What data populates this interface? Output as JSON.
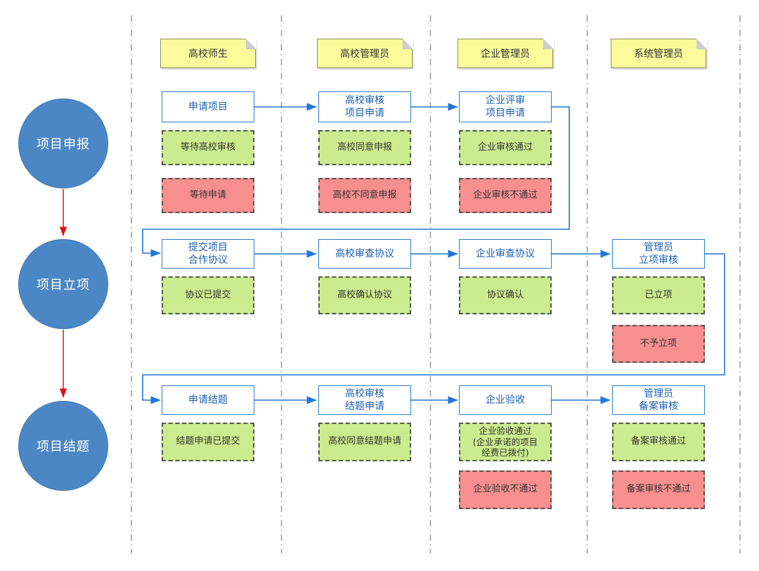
{
  "diagram": {
    "phases": {
      "p1": "项目申报",
      "p2": "项目立项",
      "p3": "项目结题"
    },
    "actors": {
      "a1": "高校师生",
      "a2": "高校管理员",
      "a3": "企业管理员",
      "a4": "系统管理员"
    },
    "tasks": {
      "r1c1": {
        "line1": "申请项目"
      },
      "r1c2": {
        "line1": "高校审核",
        "line2": "项目申请"
      },
      "r1c3": {
        "line1": "企业评审",
        "line2": "项目申请"
      },
      "r2c1": {
        "line1": "提交项目",
        "line2": "合作协议"
      },
      "r2c2": {
        "line1": "高校审查协议"
      },
      "r2c3": {
        "line1": "企业审查协议"
      },
      "r2c4": {
        "line1": "管理员",
        "line2": "立项审核"
      },
      "r3c1": {
        "line1": "申请结题"
      },
      "r3c2": {
        "line1": "高校审核",
        "line2": "结题申请"
      },
      "r3c3": {
        "line1": "企业验收"
      },
      "r3c4": {
        "line1": "管理员",
        "line2": "备案审核"
      }
    },
    "statuses": {
      "r1c1_ok": "等待高校审核",
      "r1c1_fail": "等待申请",
      "r1c2_ok": "高校同意申报",
      "r1c2_fail": "高校不同意申报",
      "r1c3_ok": "企业审核通过",
      "r1c3_fail": "企业审核不通过",
      "r2c1_ok": "协议已提交",
      "r2c2_ok": "高校确认协议",
      "r2c3_ok": "协议确认",
      "r2c4_ok": "已立项",
      "r2c4_fail": "不予立项",
      "r3c1_ok": "结题申请已提交",
      "r3c2_ok": "高校同意结题申请",
      "r3c3_ok_line1": "企业验收通过",
      "r3c3_ok_line2": "(企业承诺的项目",
      "r3c3_ok_line3": "经费已拨付)",
      "r3c3_fail": "企业验收不通过",
      "r3c4_ok": "备案审核通过",
      "r3c4_fail": "备案审核不通过"
    },
    "colors": {
      "phase_circle_fill": "#4c87c5",
      "phase_circle_text": "#ffffff",
      "actor_note_fill": "#fbfb9c",
      "actor_note_border": "#8f8f5a",
      "task_border": "#2b7cd3",
      "task_text": "#1a5fb0",
      "status_ok_fill": "#cbec8e",
      "status_fail_fill": "#f78f8f",
      "status_border": "#555555",
      "flow_arrow": "#2277d5",
      "phase_arrow": "#e01010",
      "lane_divider": "#999999"
    }
  }
}
